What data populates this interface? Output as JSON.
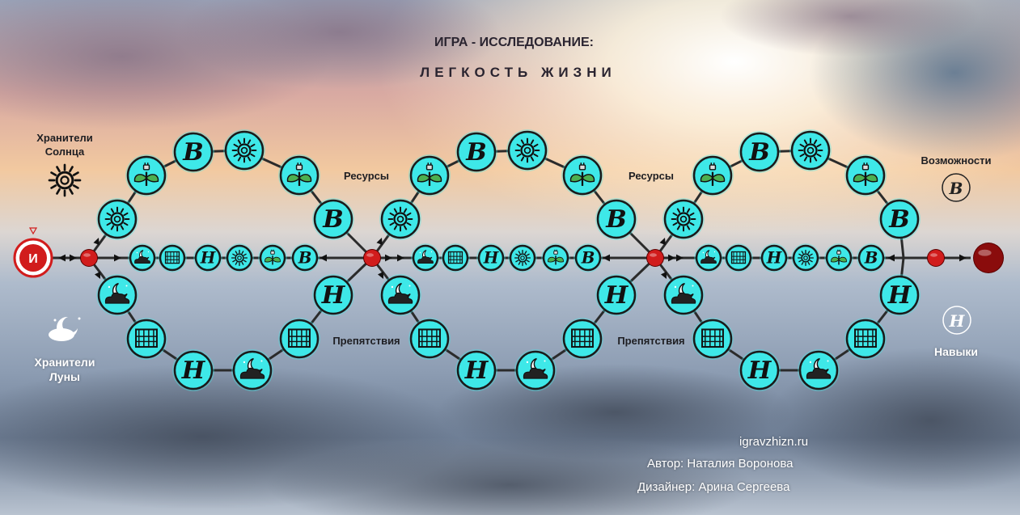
{
  "title": {
    "line1": "ИГРА - ИССЛЕДОВАНИЕ:",
    "line2": "ЛЕГКОСТЬ ЖИЗНИ"
  },
  "labels": {
    "sun_keepers": "Хранители Солнца",
    "moon_keepers": "Хранители Луны",
    "resources": "Ресурсы",
    "obstacles": "Препятствия",
    "opportunities": "Возможности",
    "skills": "Навыки"
  },
  "start_letter": "И",
  "letters": {
    "opportunity": "В",
    "skill": "Н"
  },
  "icons": {
    "sun": "sun-icon",
    "plant": "plant-icon",
    "cloud_moon": "cloud-moon-icon",
    "fence": "fence-icon",
    "moon_stars": "moon-stars-icon"
  },
  "loop_sequence_top": [
    "sun",
    "plant",
    "opportunity",
    "sun",
    "plant",
    "opportunity"
  ],
  "loop_sequence_bottom": [
    "cloud_moon",
    "fence",
    "skill",
    "cloud_moon",
    "fence",
    "skill"
  ],
  "center_row": [
    "cloud_moon",
    "fence",
    "skill",
    "sun",
    "plant",
    "opportunity"
  ],
  "colors": {
    "cell_fill": "#3ee8e8",
    "cell_border": "#1a1a1a",
    "node_red": "#d11c1c",
    "end_dark_red": "#8a0c0c",
    "connector": "#2b2b2b"
  },
  "credits": {
    "site": "igravzhizn.ru",
    "author": "Автор: Наталия Воронова",
    "designer": "Дизайнер: Арина Сергеева"
  }
}
